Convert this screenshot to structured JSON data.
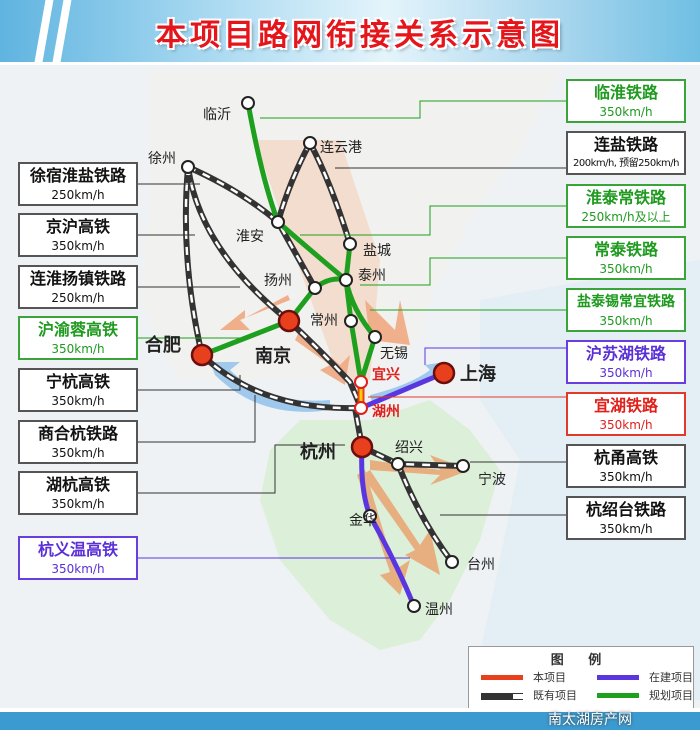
{
  "title": "本项目路网衔接关系示意图",
  "left_boxes": [
    {
      "name": "徐宿淮盐铁路",
      "speed": "250km/h",
      "status": "existing"
    },
    {
      "name": "京沪高铁",
      "speed": "350km/h",
      "status": "existing"
    },
    {
      "name": "连淮扬镇铁路",
      "speed": "250km/h",
      "status": "existing"
    },
    {
      "name": "沪渝蓉高铁",
      "speed": "350km/h",
      "status": "planned"
    },
    {
      "name": "宁杭高铁",
      "speed": "350km/h",
      "status": "existing"
    },
    {
      "name": "商合杭铁路",
      "speed": "350km/h",
      "status": "existing"
    },
    {
      "name": "湖杭高铁",
      "speed": "350km/h",
      "status": "existing"
    },
    {
      "name": "杭义温高铁",
      "speed": "350km/h",
      "status": "under-construction"
    }
  ],
  "right_boxes": [
    {
      "name": "临淮铁路",
      "speed": "350km/h",
      "status": "planned"
    },
    {
      "name": "连盐铁路",
      "speed": "200km/h, 预留250km/h",
      "status": "existing"
    },
    {
      "name": "淮泰常铁路",
      "speed": "250km/h及以上",
      "status": "planned"
    },
    {
      "name": "常泰铁路",
      "speed": "350km/h",
      "status": "planned"
    },
    {
      "name": "盐泰锡常宜铁路",
      "speed": "350km/h",
      "status": "planned"
    },
    {
      "name": "沪苏湖铁路",
      "speed": "350km/h",
      "status": "under-construction"
    },
    {
      "name": "宜湖铁路",
      "speed": "350km/h",
      "status": "this-project"
    },
    {
      "name": "杭甬高铁",
      "speed": "350km/h",
      "status": "existing"
    },
    {
      "name": "杭绍台铁路",
      "speed": "350km/h",
      "status": "existing"
    }
  ],
  "cities": {
    "linyi": "临沂",
    "lianyungang": "连云港",
    "xuzhou": "徐州",
    "huaian": "淮安",
    "yancheng": "盐城",
    "yangzhou": "扬州",
    "taizhou_js": "泰州",
    "changzhou": "常州",
    "nanjing": "南京",
    "hefei": "合肥",
    "wuxi": "无锡",
    "shanghai": "上海",
    "yixing": "宜兴",
    "huzhou": "湖州",
    "hangzhou": "杭州",
    "shaoxing": "绍兴",
    "ningbo": "宁波",
    "jinhua": "金华",
    "taizhou_zj": "台州",
    "wenzhou": "温州"
  },
  "legend": {
    "title": "图 例",
    "items": [
      {
        "label": "本项目",
        "color": "#e8401c"
      },
      {
        "label": "在建项目",
        "color": "#5a36e0"
      },
      {
        "label": "既有项目",
        "color": "#333333"
      },
      {
        "label": "规划项目",
        "color": "#1ea01e"
      }
    ]
  },
  "watermark": "南太湖房产网",
  "colors": {
    "this_project": "#e8401c",
    "under_construction": "#5a36e0",
    "existing": "#333333",
    "planned": "#1ea01e",
    "title": "#e4151b"
  }
}
